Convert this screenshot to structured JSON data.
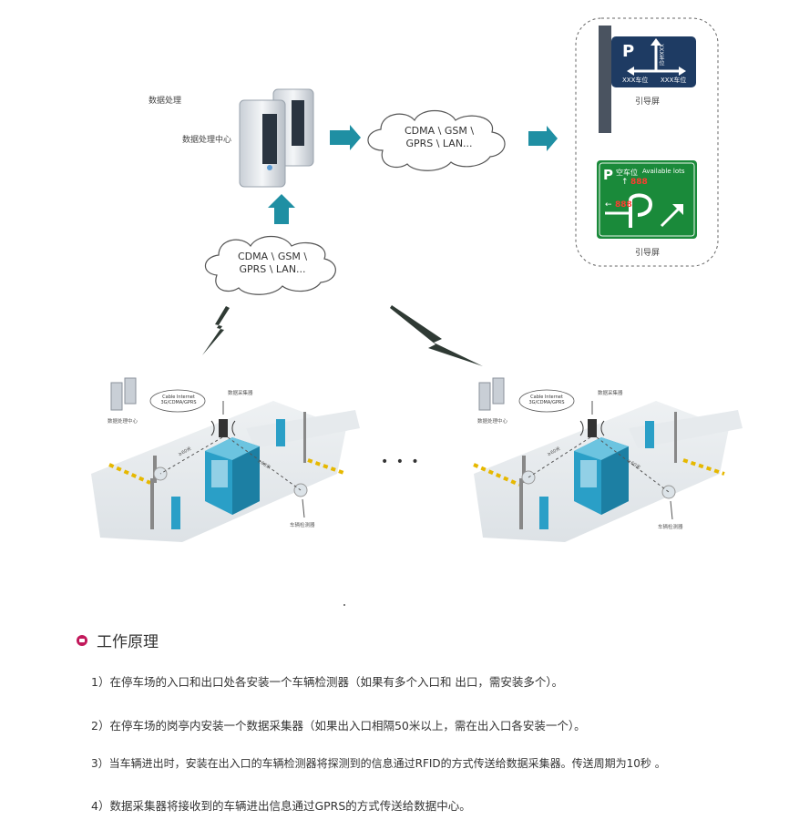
{
  "top": {
    "data_processing_top_label": "数据处理",
    "data_center_label": "数据处理中心",
    "cloud_center_lines": [
      "CDMA \\ GSM \\",
      "GPRS \\ LAN..."
    ],
    "cloud_left_lines": [
      "CDMA \\ GSM \\",
      "GPRS \\ LAN..."
    ]
  },
  "signs": {
    "blue_sign": {
      "left_text": "XXX车位",
      "right_text": "XXX车位",
      "side_text": "XXX车位",
      "caption": "引导屏"
    },
    "green_sign": {
      "title": "空车位",
      "title_en": "Available lots",
      "count_top": "888",
      "count_left": "888",
      "caption": "引导屏"
    }
  },
  "scenes": {
    "left": {
      "center_label": "数据处理中心",
      "cloud_label_lines": [
        "Cable Internet",
        "3G/CDMA/GPRS"
      ],
      "collector_label": "数据采集器",
      "detector_label": "车辆检测器",
      "distance_label_1": "≥60米",
      "distance_label_2": "≥60米"
    },
    "right": {
      "center_label": "数据处理中心",
      "cloud_label_lines": [
        "Cable Internet",
        "3G/CDMA/GPRS"
      ],
      "collector_label": "数据采集器",
      "detector_label": "车辆检测器",
      "distance_label_1": "≥60米",
      "distance_label_2": "≥60米"
    },
    "ellipsis": "• • •"
  },
  "section": {
    "heading": "工作原理",
    "items": [
      "1）在停车场的入口和出口处各安装一个车辆检测器（如果有多个入口和 出口，需安装多个）。",
      "2）在停车场的岗亭内安装一个数据采集器（如果出入口相隔50米以上，需在出入口各安装一个）。",
      "3）当车辆进出时，安装在出入口的车辆检测器将探测到的信息通过RFID的方式传送给数据采集器。传送周期为10秒 。",
      "4）数据采集器将接收到的车辆进出信息通过GPRS的方式传送给数据中心。"
    ]
  },
  "colors": {
    "arrow_teal": "#1f8fa3",
    "sign_blue": "#1e3b63",
    "sign_green": "#1a8a3a",
    "booth_blue": "#2a9fc7",
    "heading_bullet": "#c2185b"
  }
}
